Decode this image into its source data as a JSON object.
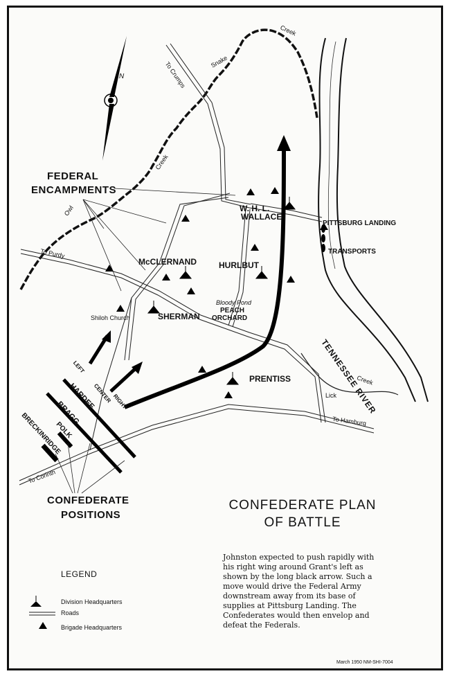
{
  "title": {
    "line1": "CONFEDERATE PLAN",
    "line2": "OF BATTLE"
  },
  "description": "Johnston expected to push rapidly with his right wing around Grant's left as shown by the long black arrow. Such a move would drive the Federal Army downstream away from its base of supplies at Pittsburg Landing. The Confederates would then envelop and defeat the Federals.",
  "federal_label": {
    "line1": "FEDERAL",
    "line2": "ENCAMPMENTS"
  },
  "confederate_label": {
    "line1": "CONFEDERATE",
    "line2": "POSITIONS"
  },
  "divisions": {
    "wallace": {
      "line1": "W. H. L.",
      "line2": "WALLACE"
    },
    "mcclernand": "McCLERNAND",
    "hurlbut": "HURLBUT",
    "sherman": "SHERMAN",
    "prentiss": "PRENTISS"
  },
  "confederate_lines": [
    "HARDEE",
    "BRAGG",
    "POLK",
    "BRECKINRIDGE"
  ],
  "wings": [
    "LEFT",
    "CENTER",
    "RIGHT"
  ],
  "places": {
    "pittsburg_landing": "PITTSBURG LANDING",
    "transports": "TRANSPORTS",
    "shiloh_church": "Shiloh Church",
    "bloody_pond": "Bloody Pond",
    "peach_orchard": {
      "line1": "PEACH",
      "line2": "ORCHARD"
    },
    "tennessee_river": "TENNESSEE RIVER",
    "snake_creek": "Snake",
    "creek_top": "Creek",
    "owl": "Owl",
    "creek_owl": "Creek",
    "lick": "Lick",
    "creek_lick": "Creek"
  },
  "roads": {
    "crumps": "To Crumps",
    "purdy": "To Purdy",
    "hamburg": "To Hamburg",
    "corinth": "To Corinth"
  },
  "legend": {
    "title": "LEGEND",
    "items": [
      {
        "label": "Division Headquarters",
        "icon": "flag-triangle-icon"
      },
      {
        "label": "Roads",
        "icon": "double-line-icon"
      },
      {
        "label": "Brigade Headquarters",
        "icon": "triangle-icon"
      }
    ]
  },
  "footer": "March 1950   NM-SHI-7004",
  "compass": {
    "north": "N"
  }
}
